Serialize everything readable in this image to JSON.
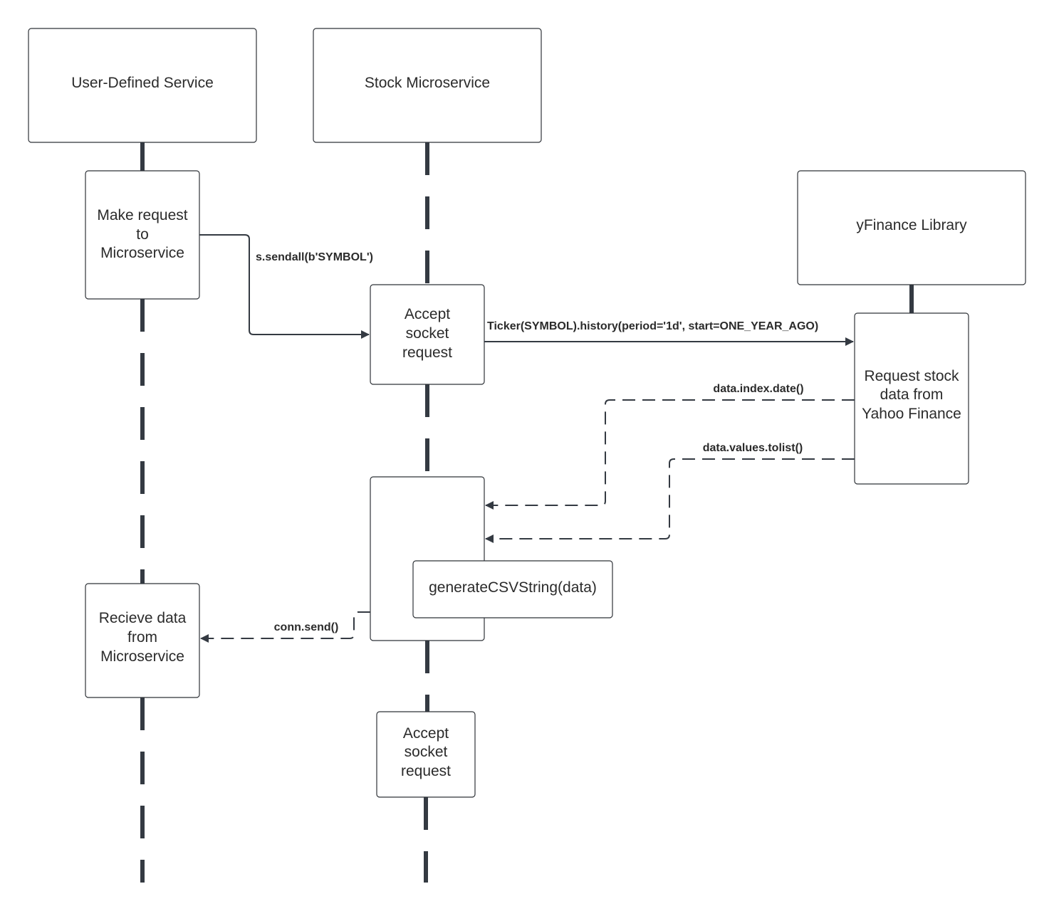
{
  "participants": {
    "user_service": "User-Defined Service",
    "stock_microservice": "Stock Microservice",
    "yfinance": "yFinance Library"
  },
  "activations": {
    "make_request": [
      "Make request",
      "to",
      "Microservice"
    ],
    "accept_socket_1": [
      "Accept",
      "socket",
      "request"
    ],
    "request_stock_data": [
      "Request stock",
      "data from",
      "Yahoo Finance"
    ],
    "generate_csv": "generateCSVString(data)",
    "receive_data": [
      "Recieve data",
      "from",
      "Microservice"
    ],
    "accept_socket_2": [
      "Accept",
      "socket",
      "request"
    ]
  },
  "messages": {
    "sendall": "s.sendall(b'SYMBOL')",
    "ticker_history": "Ticker(SYMBOL).history(period='1d', start=ONE_YEAR_AGO)",
    "index_date": "data.index.date()",
    "values_tolist": "data.values.tolist()",
    "conn_send": "conn.send()"
  },
  "colors": {
    "line": "#343a42",
    "box_border": "#2f3338",
    "text": "#2b2b2b"
  }
}
